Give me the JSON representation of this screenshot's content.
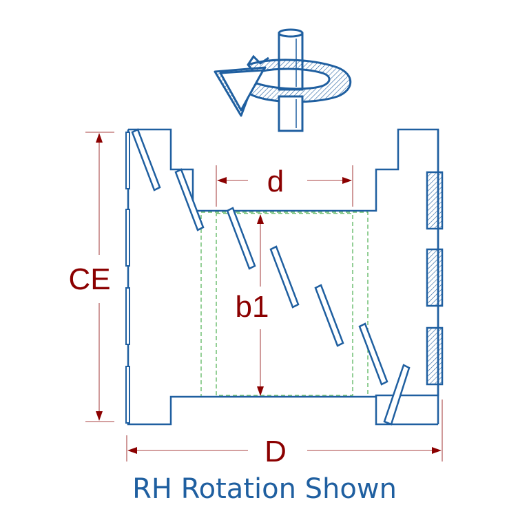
{
  "labels": {
    "d": "d",
    "ce": "CE",
    "b1": "b1",
    "D": "D"
  },
  "caption": "RH Rotation Shown",
  "colors": {
    "outline": "#1f5fa0",
    "dimension": "#8b0000",
    "hidden_line": "#4caf50",
    "hatch": "#1f5fa0",
    "background": "#ffffff"
  },
  "icons": {
    "rotation": "rotation-arrow-icon"
  }
}
